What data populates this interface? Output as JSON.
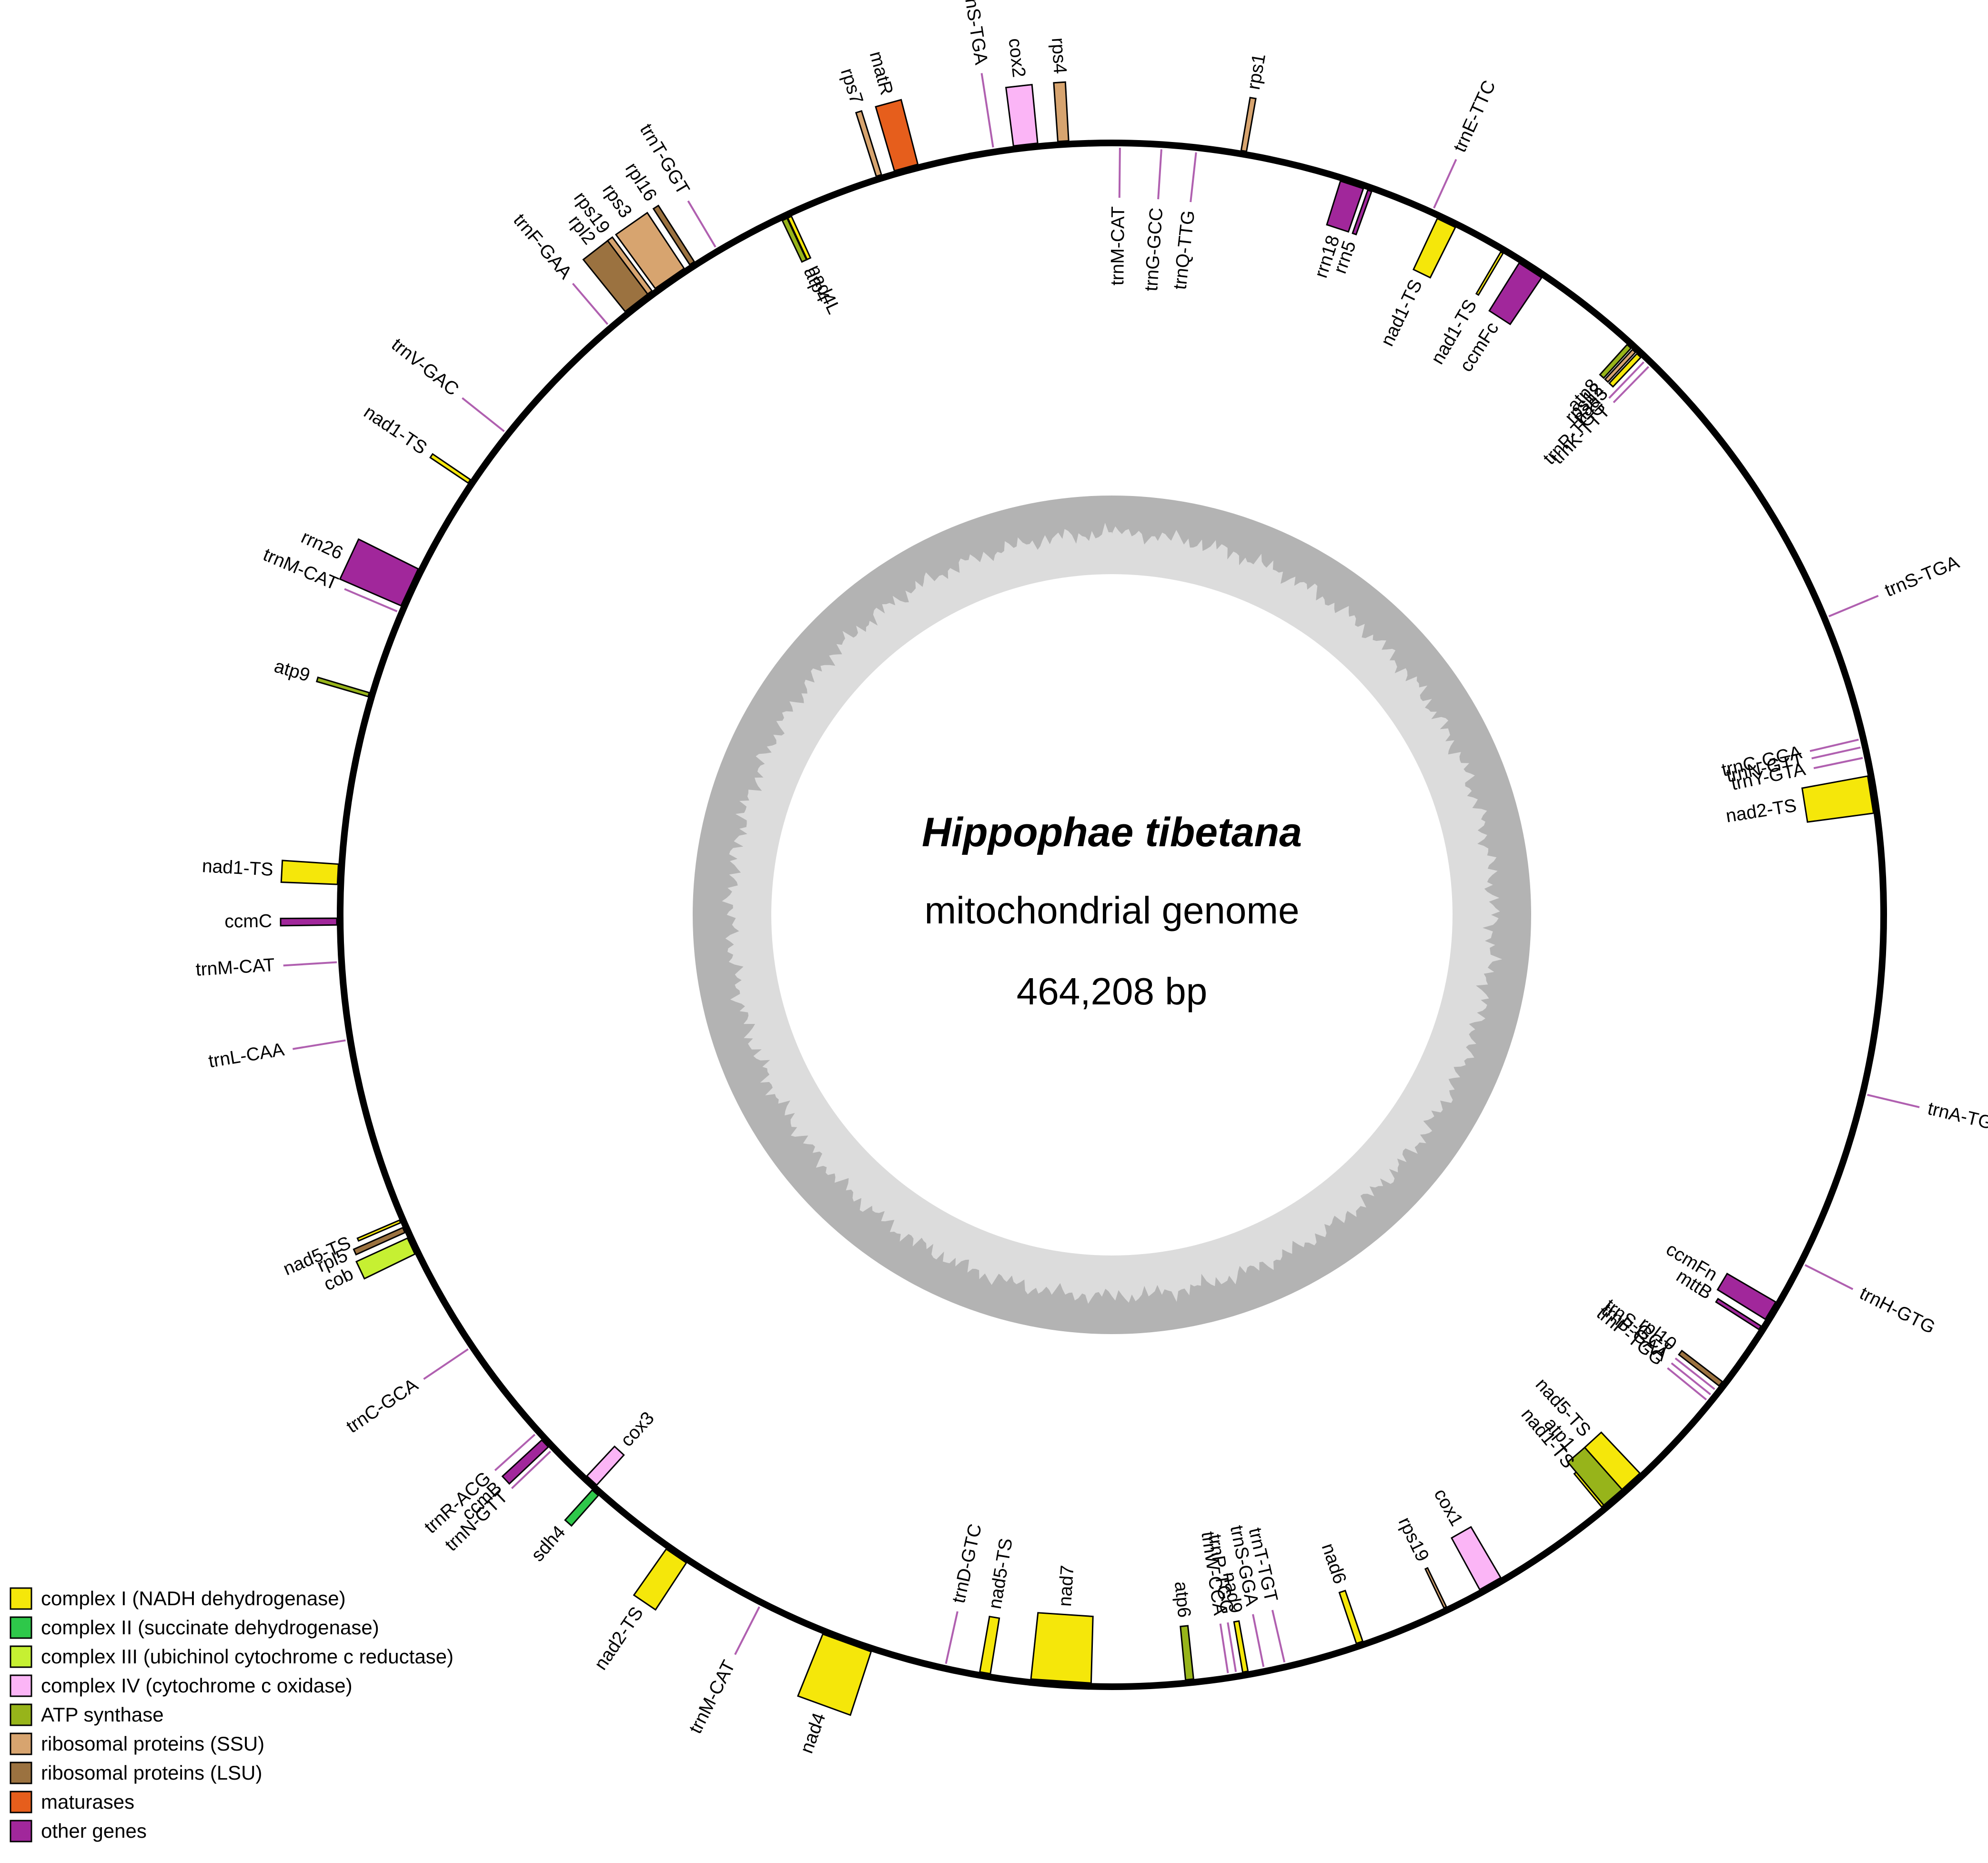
{
  "title": {
    "organism": "Hippophae tibetana",
    "description": "mitochondrial genome",
    "length": "464,208 bp"
  },
  "colors": {
    "complex_I": "#f5e70a",
    "complex_II": "#2ec84a",
    "complex_III": "#c6f032",
    "complex_IV": "#fbb5f6",
    "atp": "#97b41a",
    "ssu": "#d7a46f",
    "lsu": "#9b7240",
    "maturase": "#e65e1c",
    "other": "#a1279b",
    "trna_line": "#b060b0",
    "gc_dark": "#b3b3b3",
    "gc_light": "#dcdcdc"
  },
  "legend": [
    {
      "label": "complex I (NADH dehydrogenase)",
      "color": "#f5e70a"
    },
    {
      "label": "complex II (succinate dehydrogenase)",
      "color": "#2ec84a"
    },
    {
      "label": "complex III (ubichinol cytochrome c reductase)",
      "color": "#c6f032"
    },
    {
      "label": "complex IV (cytochrome c oxidase)",
      "color": "#fbb5f6"
    },
    {
      "label": "ATP synthase",
      "color": "#97b41a"
    },
    {
      "label": "ribosomal proteins (SSU)",
      "color": "#d7a46f"
    },
    {
      "label": "ribosomal proteins (LSU)",
      "color": "#9b7240"
    },
    {
      "label": "maturases",
      "color": "#e65e1c"
    },
    {
      "label": "other genes",
      "color": "#a1279b"
    }
  ],
  "chart_data": {
    "type": "circular-genome-map",
    "genome_length_bp": 464208,
    "features": [
      {
        "name": "rps7",
        "category": "ssu",
        "strand": "out",
        "angle": -17.5,
        "width": 0.4,
        "size": 1.0
      },
      {
        "name": "matR",
        "category": "maturase",
        "strand": "out",
        "angle": -15.4,
        "width": 1.8,
        "size": 1.0
      },
      {
        "name": "trnS-TGA",
        "category": "trna",
        "strand": "out",
        "angle": -8.8,
        "width": 0.2,
        "size": 0.85
      },
      {
        "name": "cox2",
        "category": "complex_IV",
        "strand": "out",
        "angle": -6.4,
        "width": 1.8,
        "size": 0.85
      },
      {
        "name": "rps4",
        "category": "ssu",
        "strand": "out",
        "angle": -3.6,
        "width": 0.8,
        "size": 0.85
      },
      {
        "name": "trnM-CAT",
        "category": "trna",
        "strand": "in",
        "angle": 0.6,
        "width": 0.2,
        "size": 0.5
      },
      {
        "name": "trnG-GCC",
        "category": "trna",
        "strand": "in",
        "angle": 3.7,
        "width": 0.2,
        "size": 0.5
      },
      {
        "name": "trnQ-TTG",
        "category": "trna",
        "strand": "in",
        "angle": 6.3,
        "width": 0.2,
        "size": 0.5
      },
      {
        "name": "rps1",
        "category": "ssu",
        "strand": "out",
        "angle": 9.8,
        "width": 0.4,
        "size": 0.75
      },
      {
        "name": "rrn18",
        "category": "other",
        "strand": "in",
        "angle": 18.2,
        "width": 1.8,
        "size": 0.6
      },
      {
        "name": "rrn5",
        "category": "other",
        "strand": "in",
        "angle": 19.6,
        "width": 0.3,
        "size": 0.6
      },
      {
        "name": "trnE-TTC",
        "category": "trna",
        "strand": "out",
        "angle": 24.5,
        "width": 0.2,
        "size": 0.55
      },
      {
        "name": "nad1-TS",
        "category": "complex_I",
        "strand": "in",
        "angle": 25.8,
        "width": 1.5,
        "size": 0.8
      },
      {
        "name": "ccmFc",
        "category": "other",
        "strand": "in",
        "angle": 33.0,
        "width": 2.0,
        "size": 0.8
      },
      {
        "name": "nad1-TS",
        "category": "complex_I",
        "strand": "in",
        "angle": 30.5,
        "width": 0.2,
        "size": 0.65
      },
      {
        "name": "atp8",
        "category": "atp",
        "strand": "in",
        "angle": 42.3,
        "width": 0.4,
        "size": 0.5
      },
      {
        "name": "rps12",
        "category": "ssu",
        "strand": "in",
        "angle": 42.8,
        "width": 0.3,
        "size": 0.5
      },
      {
        "name": "nad3",
        "category": "complex_I",
        "strand": "in",
        "angle": 43.3,
        "width": 0.4,
        "size": 0.5
      },
      {
        "name": "trnP-TGG",
        "category": "trna",
        "strand": "in",
        "angle": 43.9,
        "width": 0.2,
        "size": 0.5
      },
      {
        "name": "trnK-TTT",
        "category": "trna",
        "strand": "in",
        "angle": 44.4,
        "width": 0.2,
        "size": 0.5
      },
      {
        "name": "trnS-TGA",
        "category": "trna",
        "strand": "out",
        "angle": 67.4,
        "width": 0.2,
        "size": 0.55
      },
      {
        "name": "trnC-GCA",
        "category": "trna",
        "strand": "in",
        "angle": 76.8,
        "width": 0.2,
        "size": 0.5
      },
      {
        "name": "trnN-GTT",
        "category": "trna",
        "strand": "in",
        "angle": 77.4,
        "width": 0.2,
        "size": 0.5
      },
      {
        "name": "trnY-GTA",
        "category": "trna",
        "strand": "in",
        "angle": 78.2,
        "width": 0.2,
        "size": 0.5
      },
      {
        "name": "nad2-TS",
        "category": "complex_I",
        "strand": "in",
        "angle": 81.0,
        "width": 2.8,
        "size": 1.0
      },
      {
        "name": "trnA-TGC",
        "category": "trna",
        "strand": "out",
        "angle": 103.4,
        "width": 0.2,
        "size": 0.55
      },
      {
        "name": "trnH-GTG",
        "category": "trna",
        "strand": "out",
        "angle": 116.8,
        "width": 0.2,
        "size": 0.55
      },
      {
        "name": "ccmFn",
        "category": "other",
        "strand": "in",
        "angle": 121.0,
        "width": 1.5,
        "size": 0.8
      },
      {
        "name": "mttB",
        "category": "other",
        "strand": "in",
        "angle": 122.5,
        "width": 0.3,
        "size": 0.7
      },
      {
        "name": "rpl10",
        "category": "lsu",
        "strand": "in",
        "angle": 127.6,
        "width": 0.4,
        "size": 0.7
      },
      {
        "name": "trnS-GCT",
        "category": "trna",
        "strand": "in",
        "angle": 128.2,
        "width": 0.2,
        "size": 0.5
      },
      {
        "name": "trnF-GAA",
        "category": "trna",
        "strand": "in",
        "angle": 128.7,
        "width": 0.2,
        "size": 0.5
      },
      {
        "name": "trnP-TGG",
        "category": "trna",
        "strand": "in",
        "angle": 129.2,
        "width": 0.2,
        "size": 0.5
      },
      {
        "name": "nad5-TS",
        "category": "complex_I",
        "strand": "in",
        "angle": 137.6,
        "width": 2.0,
        "size": 0.8
      },
      {
        "name": "atp1",
        "category": "atp",
        "strand": "in",
        "angle": 139.3,
        "width": 1.8,
        "size": 0.8
      },
      {
        "name": "nad1-TS",
        "category": "complex_I",
        "strand": "in",
        "angle": 140.3,
        "width": 0.2,
        "size": 0.55
      },
      {
        "name": "cox1",
        "category": "complex_IV",
        "strand": "in",
        "angle": 150.5,
        "width": 1.8,
        "size": 0.85
      },
      {
        "name": "rps19",
        "category": "ssu",
        "strand": "in",
        "angle": 154.3,
        "width": 0.2,
        "size": 0.55
      },
      {
        "name": "nad6",
        "category": "complex_I",
        "strand": "in",
        "angle": 161.2,
        "width": 0.5,
        "size": 0.75
      },
      {
        "name": "trnT-TGT",
        "category": "trna",
        "strand": "in",
        "angle": 167.0,
        "width": 0.2,
        "size": 0.55
      },
      {
        "name": "trnS-GGA",
        "category": "trna",
        "strand": "in",
        "angle": 168.6,
        "width": 0.2,
        "size": 0.55
      },
      {
        "name": "nad9",
        "category": "complex_I",
        "strand": "in",
        "angle": 170.0,
        "width": 0.4,
        "size": 0.7
      },
      {
        "name": "trnP-TGG",
        "category": "trna",
        "strand": "in",
        "angle": 170.7,
        "width": 0.2,
        "size": 0.5
      },
      {
        "name": "trnW-CCA",
        "category": "trna",
        "strand": "in",
        "angle": 171.3,
        "width": 0.2,
        "size": 0.5
      },
      {
        "name": "atp6",
        "category": "atp",
        "strand": "in",
        "angle": 174.2,
        "width": 0.6,
        "size": 0.75
      },
      {
        "name": "nad7",
        "category": "complex_I",
        "strand": "in",
        "angle": -176.2,
        "width": 4.5,
        "size": 1.0
      },
      {
        "name": "nad5-TS",
        "category": "complex_I",
        "strand": "in",
        "angle": -170.5,
        "width": 0.8,
        "size": 0.8
      },
      {
        "name": "trnD-GTC",
        "category": "trna",
        "strand": "in",
        "angle": -167.5,
        "width": 0.2,
        "size": 0.55
      },
      {
        "name": "nad4",
        "category": "complex_I",
        "strand": "out",
        "angle": -160.0,
        "width": 3.8,
        "size": 1.0
      },
      {
        "name": "trnM-CAT",
        "category": "trna",
        "strand": "out",
        "angle": -153.0,
        "width": 0.2,
        "size": 0.55
      },
      {
        "name": "nad2-TS",
        "category": "complex_I",
        "strand": "out",
        "angle": -145.8,
        "width": 1.8,
        "size": 0.8
      },
      {
        "name": "sdh4",
        "category": "complex_II",
        "strand": "out",
        "angle": -138.2,
        "width": 0.6,
        "size": 0.5
      },
      {
        "name": "cox3",
        "category": "complex_IV",
        "strand": "in",
        "angle": -137.4,
        "width": 1.0,
        "size": 0.5
      },
      {
        "name": "trnN-GTT",
        "category": "trna",
        "strand": "out",
        "angle": -133.7,
        "width": 0.2,
        "size": 0.55
      },
      {
        "name": "ccmB",
        "category": "other",
        "strand": "out",
        "angle": -133.0,
        "width": 0.7,
        "size": 0.75
      },
      {
        "name": "trnR-ACG",
        "category": "trna",
        "strand": "out",
        "angle": -132.0,
        "width": 0.2,
        "size": 0.55
      },
      {
        "name": "trnC-GCA",
        "category": "trna",
        "strand": "out",
        "angle": -124.0,
        "width": 0.2,
        "size": 0.55
      },
      {
        "name": "cob",
        "category": "complex_III",
        "strand": "out",
        "angle": -115.3,
        "width": 1.3,
        "size": 0.8
      },
      {
        "name": "rpl5",
        "category": "lsu",
        "strand": "out",
        "angle": -114.0,
        "width": 0.4,
        "size": 0.75
      },
      {
        "name": "nad5-TS",
        "category": "complex_I",
        "strand": "out",
        "angle": -113.3,
        "width": 0.2,
        "size": 0.6
      },
      {
        "name": "trnL-CAA",
        "category": "trna",
        "strand": "out",
        "angle": -99.3,
        "width": 0.2,
        "size": 0.55
      },
      {
        "name": "trnM-CAT",
        "category": "trna",
        "strand": "out",
        "angle": -93.5,
        "width": 0.2,
        "size": 0.55
      },
      {
        "name": "ccmC",
        "category": "other",
        "strand": "out",
        "angle": -90.5,
        "width": 0.5,
        "size": 0.8
      },
      {
        "name": "nad1-TS",
        "category": "complex_I",
        "strand": "out",
        "angle": -87.0,
        "width": 1.5,
        "size": 0.8
      },
      {
        "name": "atp9",
        "category": "atp",
        "strand": "out",
        "angle": -73.5,
        "width": 0.3,
        "size": 0.75
      },
      {
        "name": "trnM-CAT",
        "category": "trna",
        "strand": "out",
        "angle": -67.0,
        "width": 0.2,
        "size": 0.6
      },
      {
        "name": "rrn26",
        "category": "other",
        "strand": "out",
        "angle": -65.0,
        "width": 3.0,
        "size": 1.0
      },
      {
        "name": "nad1-TS",
        "category": "complex_I",
        "strand": "out",
        "angle": -56.0,
        "width": 0.3,
        "size": 0.6
      },
      {
        "name": "trnV-GAC",
        "category": "trna",
        "strand": "out",
        "angle": -51.5,
        "width": 0.2,
        "size": 0.55
      },
      {
        "name": "rpl2",
        "category": "lsu",
        "strand": "out",
        "angle": -37.8,
        "width": 2.2,
        "size": 1.0
      },
      {
        "name": "rps19",
        "category": "ssu",
        "strand": "out",
        "angle": -36.6,
        "width": 0.4,
        "size": 1.0
      },
      {
        "name": "trnF-GAA",
        "category": "trna",
        "strand": "out",
        "angle": -40.5,
        "width": 0.2,
        "size": 0.55
      },
      {
        "name": "rps3",
        "category": "ssu",
        "strand": "out",
        "angle": -34.8,
        "width": 2.6,
        "size": 1.0
      },
      {
        "name": "rpl16",
        "category": "lsu",
        "strand": "out",
        "angle": -32.8,
        "width": 0.4,
        "size": 1.0
      },
      {
        "name": "trnT-GGT",
        "category": "trna",
        "strand": "out",
        "angle": -30.7,
        "width": 0.2,
        "size": 0.55
      },
      {
        "name": "atp4",
        "category": "atp",
        "strand": "in",
        "angle": -25.2,
        "width": 0.4,
        "size": 0.6
      },
      {
        "name": "nad4L",
        "category": "complex_I",
        "strand": "in",
        "angle": -24.8,
        "width": 0.3,
        "size": 0.6
      }
    ]
  }
}
